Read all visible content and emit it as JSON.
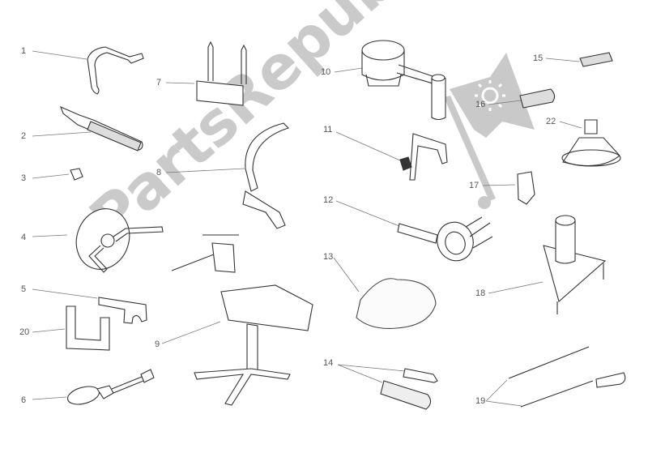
{
  "diagram": {
    "type": "exploded parts diagram - workshop tools",
    "watermark": {
      "text": "PartsRepublik",
      "color": "#c8c8c8",
      "logo": "flag-with-gear-icon"
    },
    "line_color": "#333333",
    "label_color": "#555555",
    "parts": [
      {
        "id": "1",
        "label": "1",
        "name": "hook wrench"
      },
      {
        "id": "2",
        "label": "2",
        "name": "knurled handle tool"
      },
      {
        "id": "3",
        "label": "3",
        "name": "small nut"
      },
      {
        "id": "4",
        "label": "4",
        "name": "degree wheel"
      },
      {
        "id": "5",
        "label": "5",
        "name": "slotted plate gauge"
      },
      {
        "id": "6",
        "label": "6",
        "name": "strap wrench"
      },
      {
        "id": "7",
        "label": "7",
        "name": "pin bracket"
      },
      {
        "id": "8",
        "label": "8",
        "name": "curved arm bracket"
      },
      {
        "id": "9",
        "label": "9",
        "name": "engine stand"
      },
      {
        "id": "10",
        "label": "10",
        "name": "socket tool with handle"
      },
      {
        "id": "11",
        "label": "11",
        "name": "bracket with knob"
      },
      {
        "id": "12",
        "label": "12",
        "name": "ring holding tool"
      },
      {
        "id": "13",
        "label": "13",
        "name": "protective cover"
      },
      {
        "id": "14",
        "label": "14",
        "name": "drift pins"
      },
      {
        "id": "15",
        "label": "15",
        "name": "knurled pin"
      },
      {
        "id": "16",
        "label": "16",
        "name": "knurled grip"
      },
      {
        "id": "17",
        "label": "17",
        "name": "slotted sleeve"
      },
      {
        "id": "18",
        "label": "18",
        "name": "triangular base tool"
      },
      {
        "id": "19",
        "label": "19",
        "name": "rod and screwdriver"
      },
      {
        "id": "20",
        "label": "20",
        "name": "U-shaped gauge"
      },
      {
        "id": "22",
        "label": "22",
        "name": "suction cup tool"
      }
    ]
  }
}
